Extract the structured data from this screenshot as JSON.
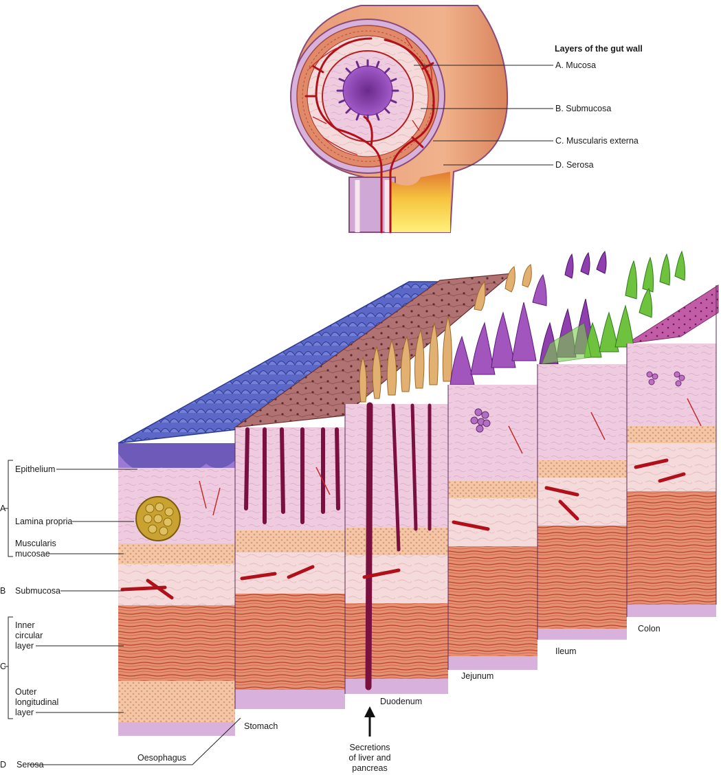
{
  "cross_section": {
    "title": "Layers of the gut wall",
    "layers": [
      {
        "letter": "A.",
        "name": "Mucosa",
        "label": "A. Mucosa"
      },
      {
        "letter": "B.",
        "name": "Submucosa",
        "label": "B. Submucosa"
      },
      {
        "letter": "C.",
        "name": "Muscularis externa",
        "label": "C. Muscularis externa"
      },
      {
        "letter": "D.",
        "name": "Serosa",
        "label": "D. Serosa"
      }
    ]
  },
  "block": {
    "left_labels": {
      "epithelium": "Epithelium",
      "lamina_propria": "Lamina propria",
      "muscularis_mucosae_1": "Muscularis",
      "muscularis_mucosae_2": "mucosae",
      "submucosa": "Submucosa",
      "inner_circular_1": "Inner",
      "inner_circular_2": "circular",
      "inner_circular_3": "layer",
      "outer_longitudinal_1": "Outer",
      "outer_longitudinal_2": "longitudinal",
      "outer_longitudinal_3": "layer",
      "serosa": "Serosa"
    },
    "letters": {
      "a": "A",
      "b": "B",
      "c": "C",
      "d": "D"
    },
    "segments": {
      "oesophagus": "Oesophagus",
      "stomach": "Stomach",
      "duodenum": "Duodenum",
      "jejunum": "Jejunum",
      "ileum": "Ileum",
      "colon": "Colon"
    },
    "secretions": {
      "line1": "Secretions",
      "line2": "of liver and",
      "line3": "pancreas"
    }
  },
  "colors": {
    "epithelium_oesophagus": "#5a66c8",
    "stomach_mucosa": "#a86868",
    "duodenum_villi": "#e0b070",
    "jejunum_villi": "#9a4fb0",
    "ileum_villi": "#8a3aa8",
    "colon_villi": "#6cc040",
    "lamina_propria": "#efc8dc",
    "submucosa": "#f2d6d0",
    "muscle": "#d9785a",
    "vessel": "#b0101a",
    "serosa": "#d8b0d8"
  }
}
